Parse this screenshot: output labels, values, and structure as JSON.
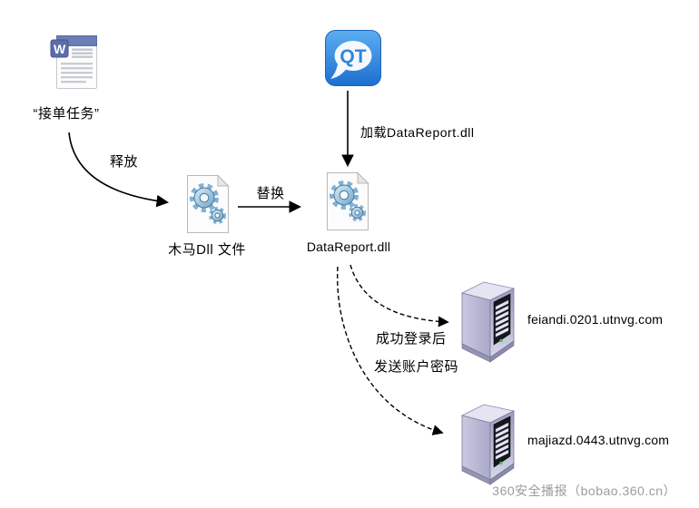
{
  "nodes": {
    "word_doc": {
      "label": "“接单任务”",
      "icon": "word-document-icon"
    },
    "qt_app": {
      "label": "QT",
      "icon": "qt-voice-app-icon"
    },
    "trojan_dll": {
      "label": "木马Dll 文件",
      "icon": "dll-file-icon"
    },
    "datareport_dll": {
      "label": "DataReport.dll",
      "icon": "dll-file-icon"
    },
    "server1": {
      "label": "feiandi.0201.utnvg.com",
      "icon": "server-icon"
    },
    "server2": {
      "label": "majiazd.0443.utnvg.com",
      "icon": "server-icon"
    }
  },
  "edges": {
    "release": {
      "label": "释放",
      "style": "solid-curved"
    },
    "replace": {
      "label": "替换",
      "style": "solid-straight"
    },
    "load": {
      "label": "加载DataReport.dll",
      "style": "solid-straight"
    },
    "exfil_upper": {
      "label": "成功登录后",
      "style": "dashed-curved"
    },
    "exfil_lower": {
      "label": "发送账户密码",
      "style": "dashed-curved"
    }
  },
  "watermark": {
    "text": "360安全播报（bobao.360.cn）"
  },
  "colors": {
    "arrow": "#000000",
    "qt_blue": "#2e86d9",
    "word_blue": "#5b6da8",
    "gear_blue": "#7fb2d9",
    "server_lavender": "#b8b8d8",
    "watermark_gray": "#9c9c9c"
  }
}
